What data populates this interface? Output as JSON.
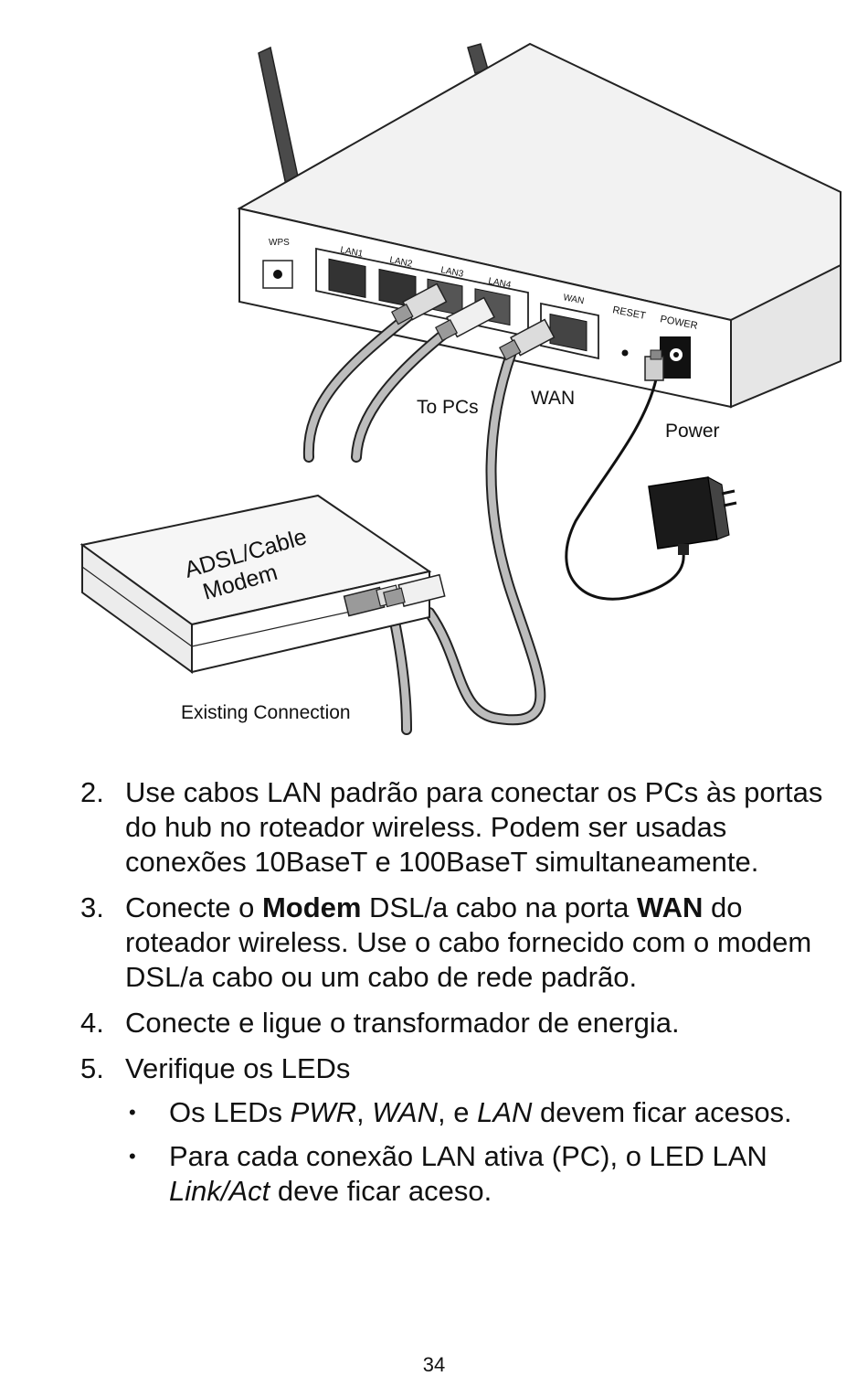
{
  "figure": {
    "router_ports": {
      "wps": "WPS",
      "lan1": "LAN1",
      "lan2": "LAN2",
      "lan3": "LAN3",
      "lan4": "LAN4",
      "wan": "WAN",
      "reset": "RESET",
      "power": "POWER"
    },
    "callouts": {
      "to_pcs": "To PCs",
      "wan": "WAN",
      "power": "Power"
    },
    "modem_label_line1": "ADSL/Cable",
    "modem_label_line2": "Modem",
    "existing_connection": "Existing Connection"
  },
  "steps": [
    {
      "number": "2.",
      "text": "Use cabos LAN padrão para conectar os PCs às portas do hub no roteador wireless. Podem ser usadas conexões 10BaseT e 100BaseT simultaneamente."
    },
    {
      "number": "3.",
      "text_a": "Conecte o ",
      "bold_a": "Modem",
      "text_b": " DSL/a cabo na porta ",
      "bold_b": "WAN",
      "text_c": " do roteador wireless. Use o cabo fornecido com o modem DSL/a cabo ou um cabo de rede padrão."
    },
    {
      "number": "4.",
      "text": "Conecte e ligue o transformador de energia."
    },
    {
      "number": "5.",
      "text": "Verifique os LEDs",
      "bullets": [
        {
          "a": "Os LEDs ",
          "i1": "PWR",
          "b": ", ",
          "i2": "WAN",
          "c": ", e ",
          "i3": "LAN",
          "d": " devem ficar acesos."
        },
        {
          "a": "Para cada conexão LAN ativa (PC), o LED LAN ",
          "i1": "Link/Act",
          "b": " deve ficar aceso."
        }
      ]
    }
  ],
  "bullet_symbol": "•",
  "page_number": "34"
}
